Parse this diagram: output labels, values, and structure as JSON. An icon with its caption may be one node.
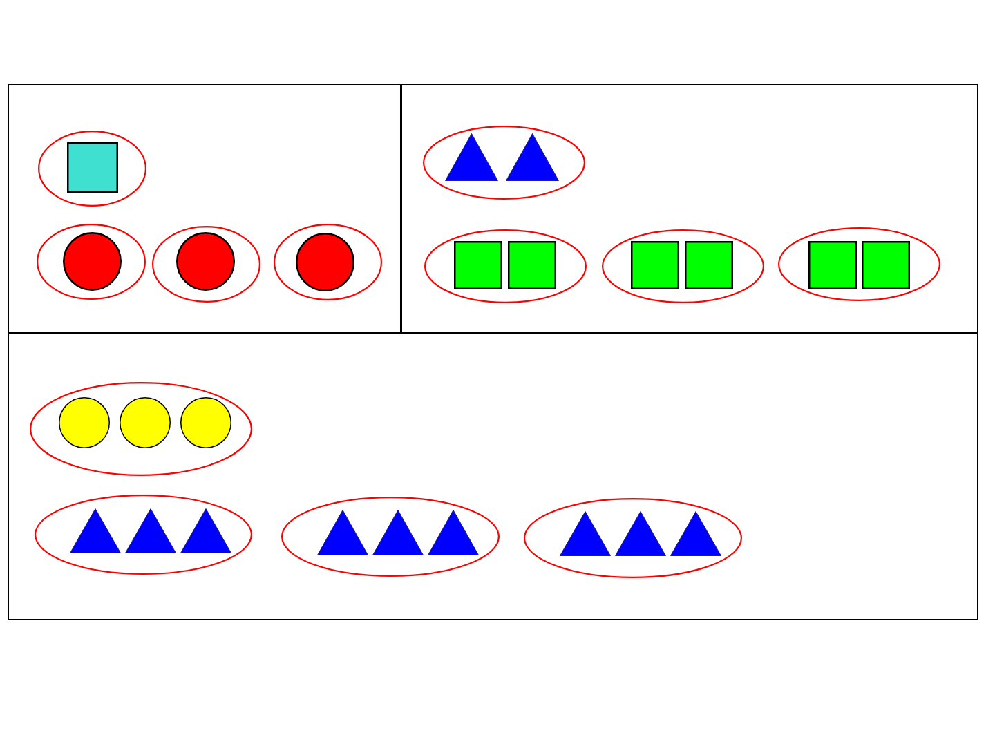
{
  "diagram": {
    "nodes": [
      {
        "text": [],
        "shape": "box"
      },
      {
        "text": [],
        "shape": "ellipse",
        "in": 0
      },
      {
        "text": [],
        "shape": "square",
        "in": 1
      },
      {
        "text": [],
        "shape": "ellipse",
        "in": 0
      },
      {
        "text": [],
        "shape": "circle",
        "in": 3
      },
      {
        "text": [],
        "shape": "ellipse",
        "in": 0
      },
      {
        "text": [],
        "shape": "circle",
        "in": 5
      },
      {
        "text": [],
        "shape": "ellipse",
        "in": 0
      },
      {
        "text": [],
        "shape": "circle",
        "in": 7
      },
      {
        "text": [],
        "shape": "box"
      },
      {
        "text": [],
        "shape": "ellipse",
        "in": 9
      },
      {
        "text": [],
        "shape": "triangle",
        "in": 10
      },
      {
        "text": [],
        "shape": "triangle",
        "in": 10
      },
      {
        "text": [],
        "shape": "ellipse",
        "in": 9
      },
      {
        "text": [],
        "shape": "square",
        "in": 13
      },
      {
        "text": [],
        "shape": "square",
        "in": 13
      },
      {
        "text": [],
        "shape": "ellipse",
        "in": 9
      },
      {
        "text": [],
        "shape": "square",
        "in": 16
      },
      {
        "text": [],
        "shape": "square",
        "in": 16
      },
      {
        "text": [],
        "shape": "ellipse",
        "in": 9
      },
      {
        "text": [],
        "shape": "square",
        "in": 19
      },
      {
        "text": [],
        "shape": "square",
        "in": 19
      },
      {
        "text": [],
        "shape": "box"
      },
      {
        "text": [],
        "shape": "ellipse",
        "in": 22
      },
      {
        "text": [],
        "shape": "circle",
        "in": 23
      },
      {
        "text": [],
        "shape": "circle",
        "in": 23
      },
      {
        "text": [],
        "shape": "circle",
        "in": 23
      },
      {
        "text": [],
        "shape": "ellipse",
        "in": 22
      },
      {
        "text": [],
        "shape": "triangle",
        "in": 27
      },
      {
        "text": [],
        "shape": "triangle",
        "in": 27
      },
      {
        "text": [],
        "shape": "triangle",
        "in": 27
      },
      {
        "text": [],
        "shape": "ellipse",
        "in": 22
      },
      {
        "text": [],
        "shape": "triangle",
        "in": 31
      },
      {
        "text": [],
        "shape": "triangle",
        "in": 31
      },
      {
        "text": [],
        "shape": "triangle",
        "in": 31
      },
      {
        "text": [],
        "shape": "ellipse",
        "in": 22
      },
      {
        "text": [],
        "shape": "triangle",
        "in": 35
      },
      {
        "text": [],
        "shape": "triangle",
        "in": 35
      },
      {
        "text": [],
        "shape": "triangle",
        "in": 35
      }
    ]
  }
}
